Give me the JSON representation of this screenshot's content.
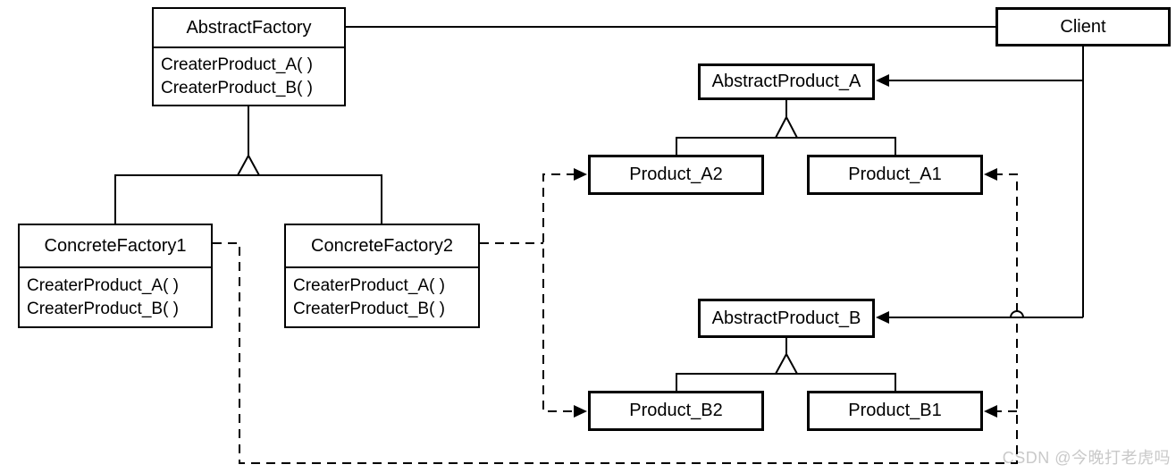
{
  "colors": {
    "line": "#000000",
    "box_border": "#000000",
    "box_fill": "#ffffff",
    "background": "#ffffff",
    "watermark": "#c9c9c9"
  },
  "classes": {
    "abstract_factory": {
      "name": "AbstractFactory",
      "methods": [
        "CreaterProduct_A( )",
        "CreaterProduct_B( )"
      ]
    },
    "concrete_factory1": {
      "name": "ConcreteFactory1",
      "methods": [
        "CreaterProduct_A( )",
        "CreaterProduct_B( )"
      ]
    },
    "concrete_factory2": {
      "name": "ConcreteFactory2",
      "methods": [
        "CreaterProduct_A( )",
        "CreaterProduct_B( )"
      ]
    },
    "client": {
      "name": "Client"
    },
    "abstract_product_a": {
      "name": "AbstractProduct_A"
    },
    "product_a2": {
      "name": "Product_A2"
    },
    "product_a1": {
      "name": "Product_A1"
    },
    "abstract_product_b": {
      "name": "AbstractProduct_B"
    },
    "product_b2": {
      "name": "Product_B2"
    },
    "product_b1": {
      "name": "Product_B1"
    }
  },
  "relationships": [
    {
      "from": "AbstractFactory",
      "to": "Client",
      "type": "association"
    },
    {
      "from": "ConcreteFactory1",
      "to": "AbstractFactory",
      "type": "generalization"
    },
    {
      "from": "ConcreteFactory2",
      "to": "AbstractFactory",
      "type": "generalization"
    },
    {
      "from": "Product_A2",
      "to": "AbstractProduct_A",
      "type": "generalization"
    },
    {
      "from": "Product_A1",
      "to": "AbstractProduct_A",
      "type": "generalization"
    },
    {
      "from": "Product_B2",
      "to": "AbstractProduct_B",
      "type": "generalization"
    },
    {
      "from": "Product_B1",
      "to": "AbstractProduct_B",
      "type": "generalization"
    },
    {
      "from": "Client",
      "to": "AbstractProduct_A",
      "type": "directed-association"
    },
    {
      "from": "Client",
      "to": "AbstractProduct_B",
      "type": "directed-association"
    },
    {
      "from": "ConcreteFactory1",
      "to": "Product_A1",
      "type": "dashed-dependency"
    },
    {
      "from": "ConcreteFactory1",
      "to": "Product_B1",
      "type": "dashed-dependency"
    },
    {
      "from": "ConcreteFactory2",
      "to": "Product_A2",
      "type": "dashed-dependency"
    },
    {
      "from": "ConcreteFactory2",
      "to": "Product_B2",
      "type": "dashed-dependency"
    }
  ],
  "watermark": {
    "text": "CSDN @今晚打老虎吗"
  }
}
